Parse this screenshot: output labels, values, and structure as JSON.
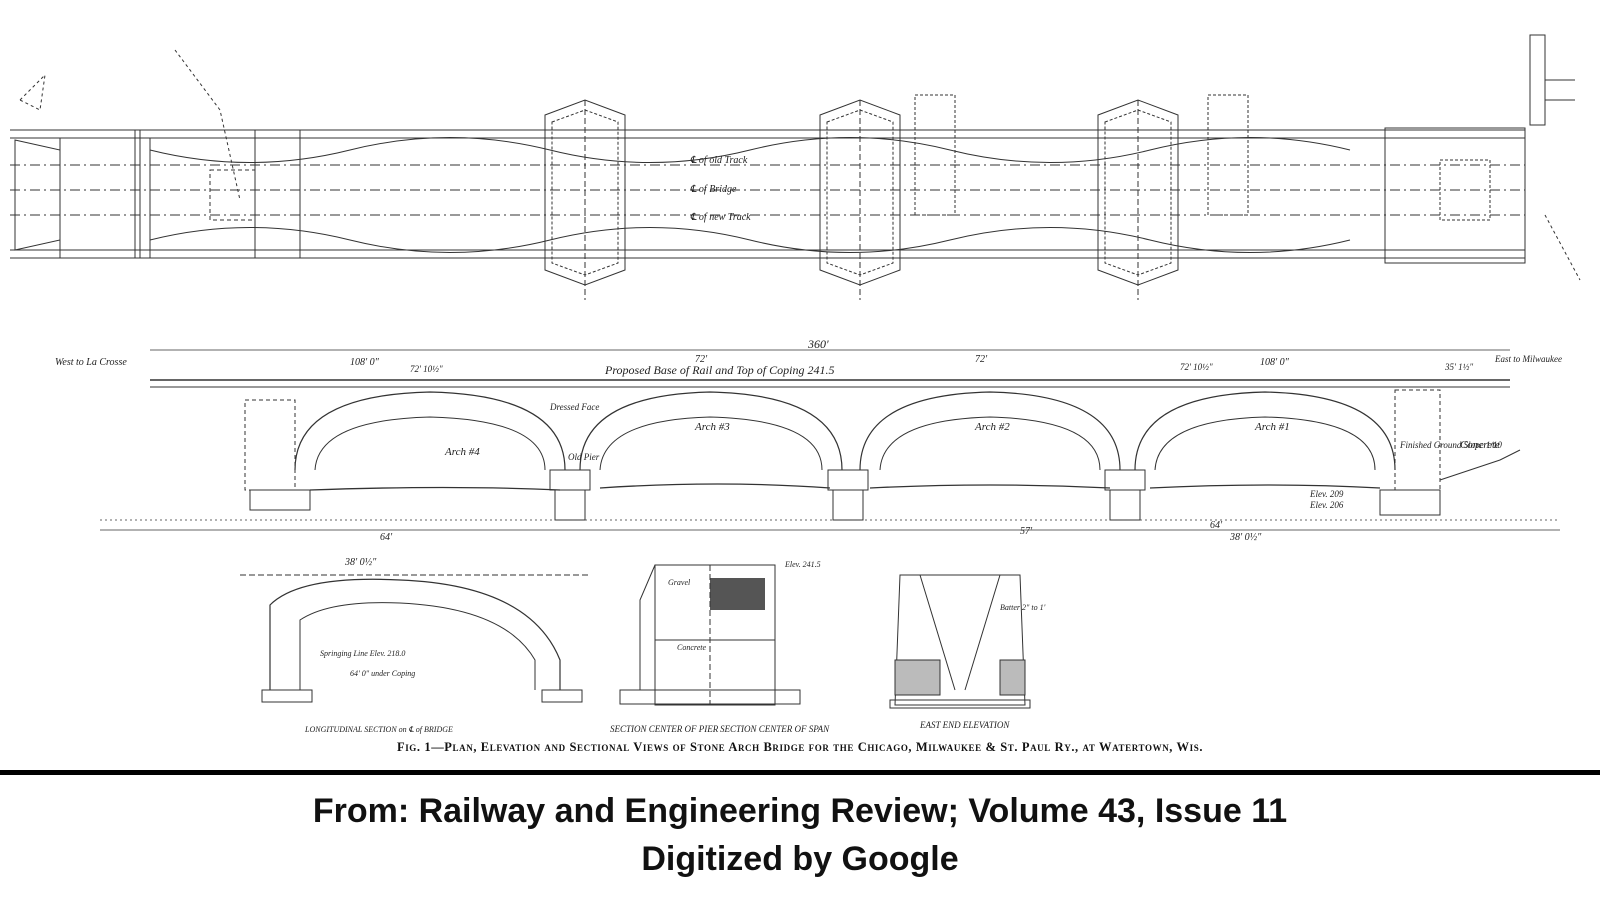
{
  "plan": {
    "labels": {
      "old_track": "℄ of old Track",
      "bridge": "℄ of Bridge",
      "new_track": "℄ of new Track"
    }
  },
  "elevation": {
    "west_label": "West to La Crosse",
    "east_label": "East to Milwaukee",
    "base_rail": "Proposed Base of Rail and Top of Coping 241.5",
    "dims": {
      "total": "360'",
      "left_side": "108' 0\"",
      "right_side": "108' 0\"",
      "span_left": "72'",
      "span_right": "72'",
      "left_b": "72' 10½\"",
      "right_b": "72' 10½\"",
      "right_c": "35' 1½\""
    },
    "arches": [
      "Arch #4",
      "Arch #3",
      "Arch #2",
      "Arch #1"
    ],
    "notes": {
      "concrete": "Concrete",
      "grout": "Dressed Face",
      "old_pier": "Old Pier",
      "elev_209": "Elev. 209",
      "elev_206": "Elev. 206",
      "finished_ground": "Finished Ground Slope 1/10"
    },
    "bottom_dims": [
      "64'",
      "38' 0½\"",
      "57'",
      "64'",
      "38' 0½\""
    ]
  },
  "sections": {
    "longitudinal": "LONGITUDINAL SECTION on ℄ of BRIDGE",
    "pier": "SECTION CENTER OF PIER",
    "span": "SECTION CENTER OF SPAN",
    "east_end": "EAST END ELEVATION",
    "under_coping": "64' 0\" under Coping",
    "springing": "Springing Line Elev. 218.0",
    "elev_241": "Elev. 241.5",
    "gravel": "Gravel",
    "concrete": "Concrete",
    "batter": "Batter 2\" to 1'"
  },
  "caption": "Fig. 1—Plan, Elevation and Sectional Views of  Stone Arch Bridge for the Chicago, Milwaukee  & St. Paul Ry., at Watertown, Wis.",
  "source_line_1": "From: Railway and Engineering Review; Volume 43, Issue 11",
  "source_line_2": "Digitized by Google"
}
